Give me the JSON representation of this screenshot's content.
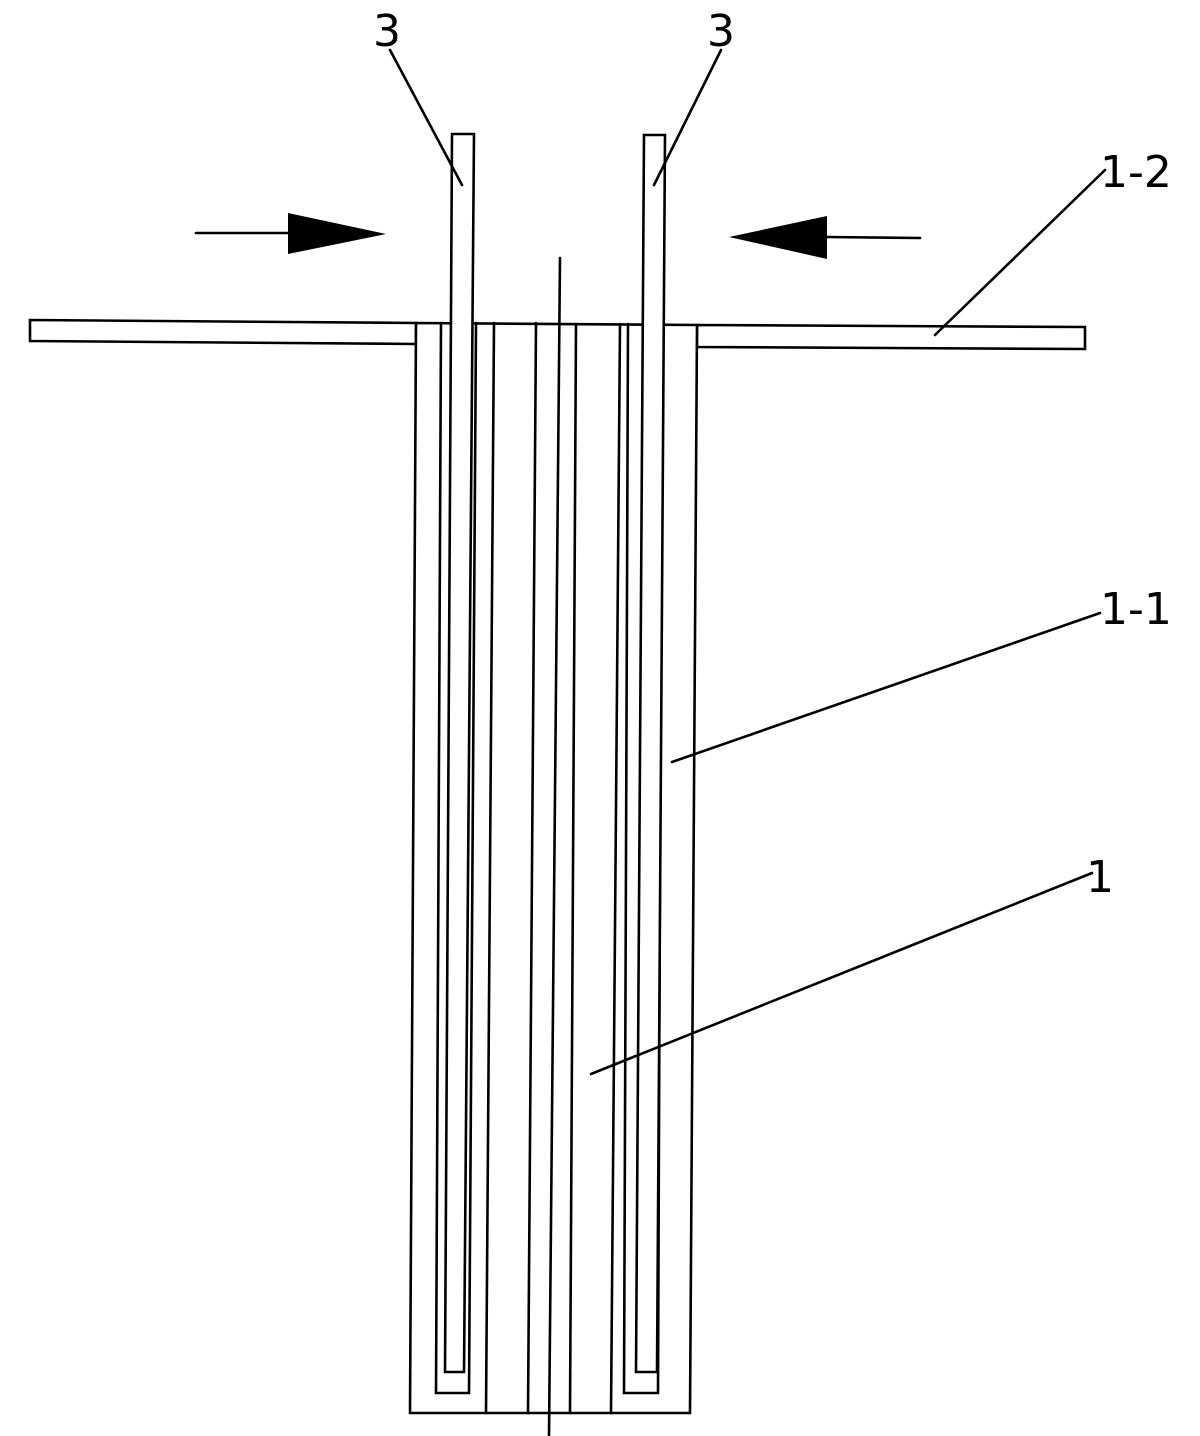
{
  "figure": {
    "labels": {
      "tube_left": "3",
      "tube_right": "3",
      "flange": "1-2",
      "wall": "1-1",
      "body": "1"
    },
    "colors": {
      "line": "#000000",
      "background": "#ffffff"
    },
    "arrows": {
      "left_direction": "right",
      "right_direction": "left"
    }
  }
}
